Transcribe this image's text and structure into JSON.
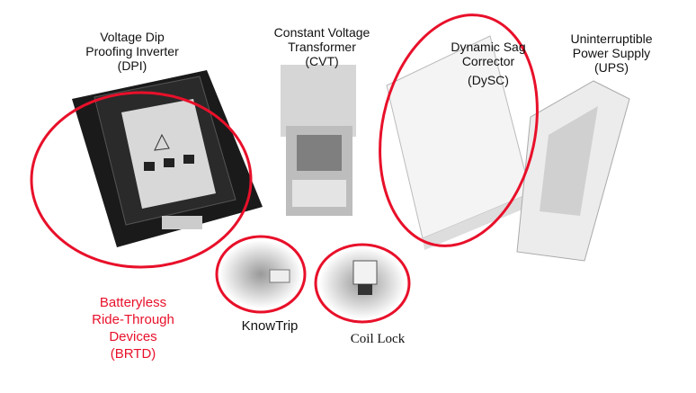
{
  "labels": {
    "dpi": [
      "Voltage Dip",
      "Proofing Inverter",
      "(DPI)"
    ],
    "cvt": [
      "Constant Voltage",
      "Transformer",
      "(CVT)"
    ],
    "dysc": [
      "Dynamic Sag",
      "Corrector",
      "(DySC)"
    ],
    "ups": [
      "Uninterruptible",
      "Power Supply",
      "(UPS)"
    ],
    "brtd": [
      "Batteryless",
      "Ride-Through",
      "Devices",
      "(BRTD)"
    ],
    "knowtrip": "KnowTrip",
    "coillock": "Coil Lock"
  },
  "colors": {
    "highlight": "#e8102a",
    "text": "#111111"
  }
}
